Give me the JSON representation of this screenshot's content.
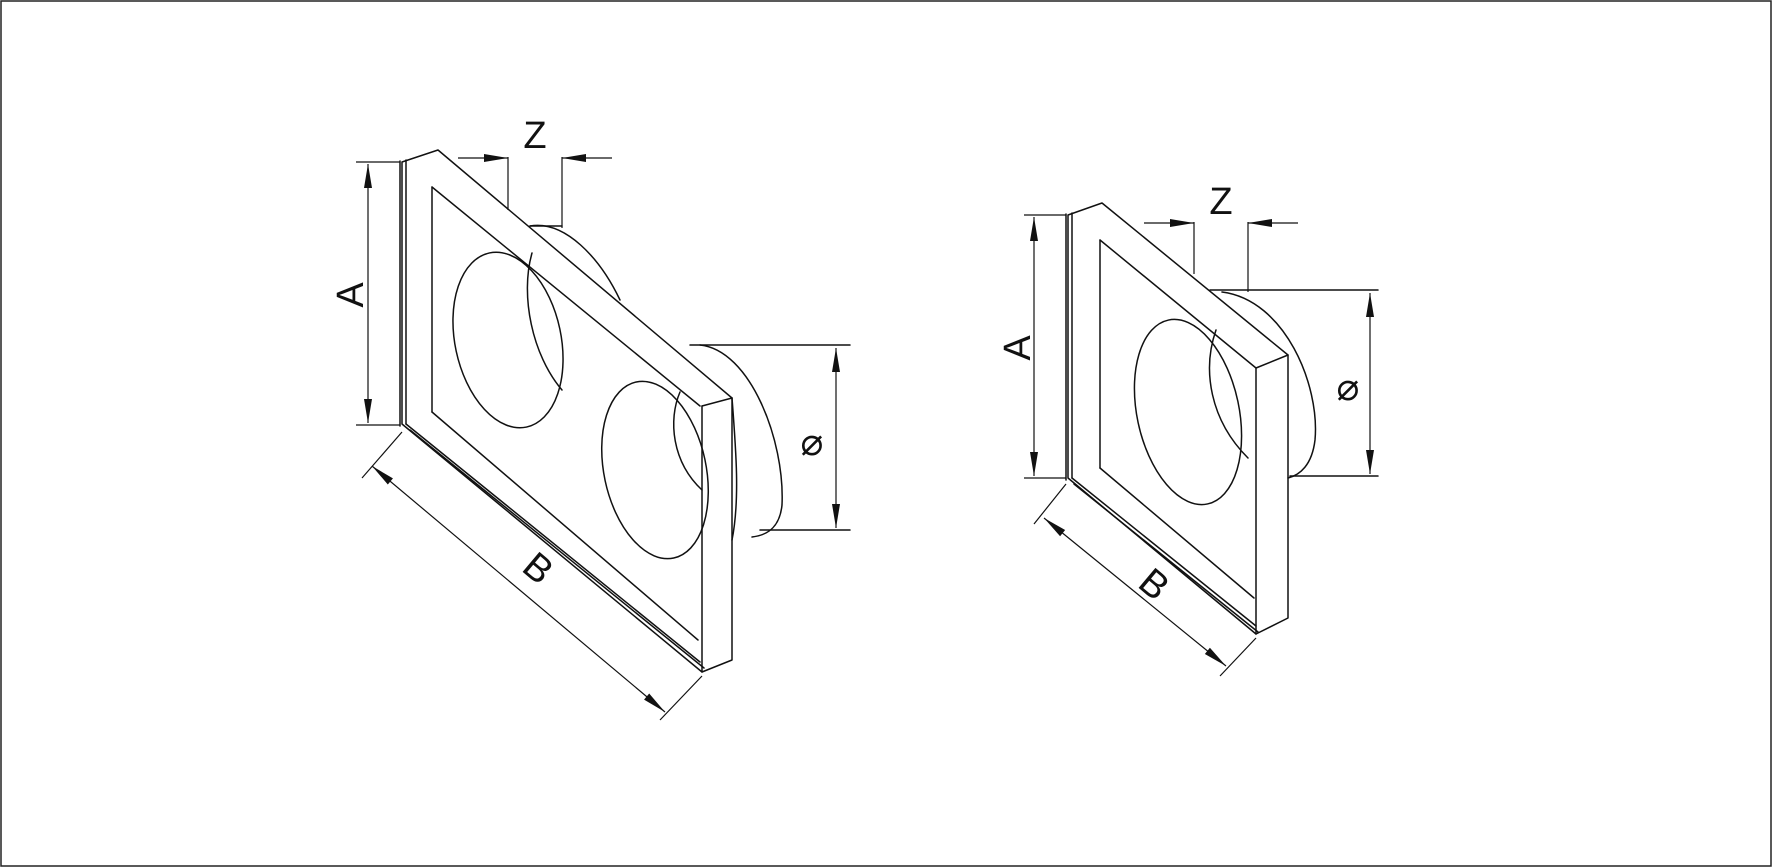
{
  "drawings": [
    {
      "name": "double-outlet-adapter",
      "dimension_labels": {
        "height": "A",
        "length": "B",
        "offset": "Z",
        "diameter": "⌀"
      }
    },
    {
      "name": "single-outlet-adapter",
      "dimension_labels": {
        "height": "A",
        "length": "B",
        "offset": "Z",
        "diameter": "⌀"
      }
    }
  ],
  "colors": {
    "line": "#111111",
    "background": "#ffffff"
  }
}
